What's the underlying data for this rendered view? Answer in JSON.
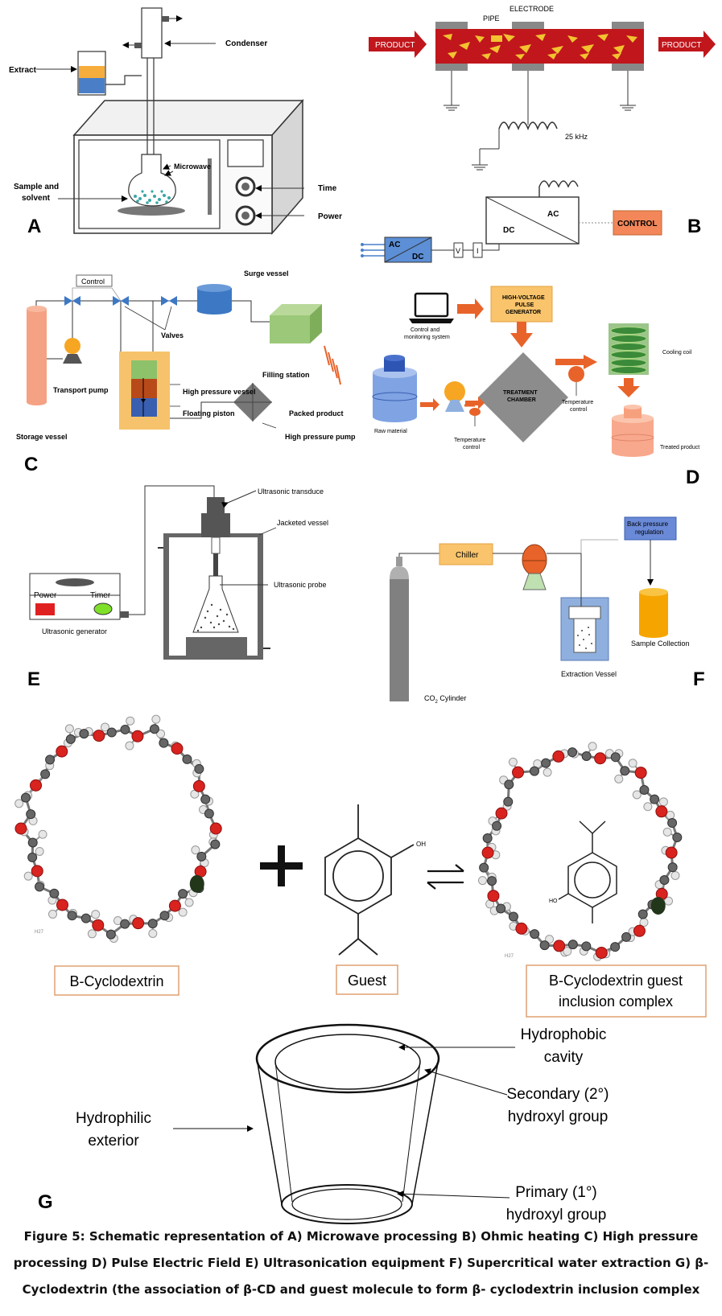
{
  "panel_labels": {
    "a": "A",
    "b": "B",
    "c": "C",
    "d": "D",
    "e": "E",
    "f": "F",
    "g": "G"
  },
  "panel_a": {
    "condenser": "Condenser",
    "extract": "Extract",
    "microwave": "Microwave",
    "sample_and": "Sample and",
    "solvent": "solvent",
    "time": "Time",
    "power": "Power"
  },
  "panel_b": {
    "electrode": "ELECTRODE",
    "pipe": "PIPE",
    "product_in": "PRODUCT",
    "product_out": "PRODUCT",
    "frequency": "25 kHz",
    "ac": "AC",
    "dc": "DC",
    "control": "CONTROL",
    "conv_ac": "AC",
    "conv_dc": "DC",
    "v": "V",
    "i": "I"
  },
  "panel_c": {
    "control": "Control",
    "surge_vessel": "Surge vessel",
    "valves": "Valves",
    "transport_pump": "Transport pump",
    "storage_vessel": "Storage vessel",
    "filling_station": "Filling station",
    "high_pressure_vessel": "High pressure vessel",
    "floating_piston": "Floating piston",
    "packed_product": "Packed product",
    "high_pressure_pump": "High pressure pump"
  },
  "panel_d": {
    "control_line1": "Control and",
    "control_line2": "monitoring system",
    "hv_line1": "HIGH-VOLTAGE",
    "hv_line2": "PULSE",
    "hv_line3": "GENERATOR",
    "treat_line1": "TREATMENT",
    "treat_line2": "CHAMBER",
    "cooling_coil": "Cooling coil",
    "raw_material": "Raw material",
    "temp1_line1": "Temperature",
    "temp1_line2": "control",
    "temp2_line1": "Temperature",
    "temp2_line2": "control",
    "treated_product": "Treated product"
  },
  "panel_e": {
    "transducer": "Ultrasonic transduce",
    "jacketed": "Jacketed vessel",
    "probe": "Ultrasonic probe",
    "power": "Power",
    "timer": "Timer",
    "generator": "Ultrasonic generator"
  },
  "panel_f": {
    "chiller": "Chiller",
    "back1": "Back pressure",
    "back2": "regulation",
    "sample_collection": "Sample Collection",
    "extraction_vessel": "Extraction Vessel",
    "co2_prefix": "CO",
    "co2_sub": "2",
    "co2_suffix": " Cylinder"
  },
  "panel_g": {
    "cyclodextrin": "B-Cyclodextrin",
    "guest": "Guest",
    "complex_line1": "B-Cyclodextrin guest",
    "complex_line2": "inclusion complex",
    "oh_guest": "OH",
    "ho_complex": "HO",
    "hydrophobic1": "Hydrophobic",
    "hydrophobic2": "cavity",
    "secondary1": "Secondary (2°)",
    "secondary2": "hydroxyl group",
    "hydrophilic1": "Hydrophilic",
    "hydrophilic2": "exterior",
    "primary1": "Primary (1°)",
    "primary2": "hydroxyl group",
    "small_label_left": "H27",
    "small_label_right": "H27"
  },
  "caption": {
    "line1": "Figure 5: Schematic representation of A) Microwave processing B) Ohmic heating C) High pressure",
    "line2": "processing D) Pulse Electric Field E) Ultrasonication equipment F) Supercritical water extraction G) β-",
    "line3": "Cyclodextrin (the association of β-CD and guest molecule to form β- cyclodextrin inclusion complex"
  },
  "colors": {
    "orange": "#e8632a",
    "pipe_red": "#c0161c",
    "pipe_yellow": "#f2c230",
    "arrow_red": "#c0161c",
    "blue": "#4a7fc8",
    "gold": "#f6ad3b",
    "green": "#8dc26b",
    "salmon": "#f5a183",
    "box_border": "#e0a070",
    "oxygen": "#d9231f",
    "carbon": "#666666"
  }
}
